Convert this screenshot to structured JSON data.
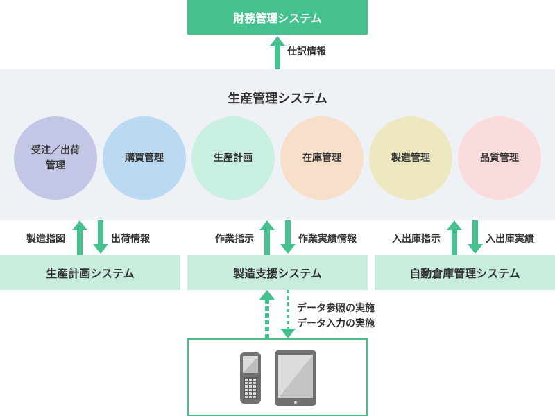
{
  "top_system": {
    "label": "財務管理システム"
  },
  "journal_label": "仕訳情報",
  "production": {
    "title": "生産管理システム",
    "modules": [
      {
        "line1": "受注／出荷",
        "line2": "管理",
        "color": "#c3c6e4"
      },
      {
        "line1": "購買管理",
        "line2": "",
        "color": "#bcd9f2"
      },
      {
        "line1": "生産計画",
        "line2": "",
        "color": "#c9efe0"
      },
      {
        "line1": "在庫管理",
        "line2": "",
        "color": "#f7dfca"
      },
      {
        "line1": "製造管理",
        "line2": "",
        "color": "#ede8c0"
      },
      {
        "line1": "品質管理",
        "line2": "",
        "color": "#fadcdc"
      }
    ]
  },
  "subsystems": {
    "planning": {
      "label": "生産計画システム",
      "up_label": "製造指図",
      "down_label": "出荷情報"
    },
    "support": {
      "label": "製造支援システム",
      "up_label": "作業指示",
      "down_label": "作業実績情報"
    },
    "warehouse": {
      "label": "自動倉庫管理システム",
      "up_label": "入出庫指示",
      "down_label": "入出庫実績"
    }
  },
  "device_labels": {
    "line1": "データ参照の実施",
    "line2": "データ入力の実施"
  },
  "devices": {
    "handheld_icon": "handheld-terminal-icon",
    "tablet_icon": "tablet-icon"
  },
  "colors": {
    "accent": "#45c190",
    "light_accent": "#c8eddd",
    "band": "#eef2f6",
    "device_gray": "#707070"
  }
}
